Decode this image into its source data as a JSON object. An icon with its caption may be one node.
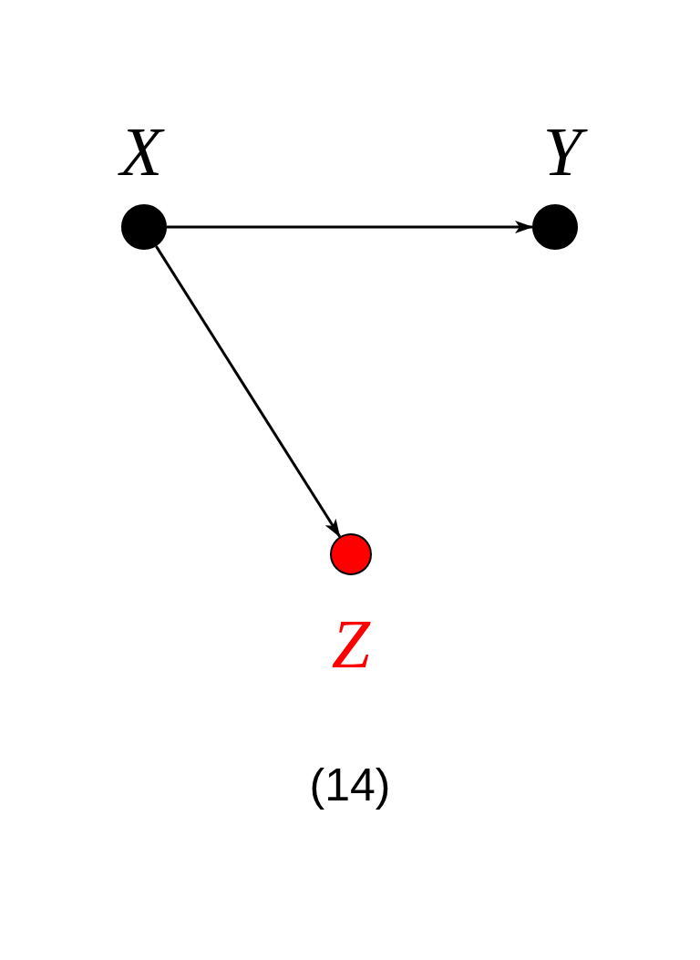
{
  "diagram": {
    "caption": "(14)",
    "nodes": [
      {
        "text": [],
        "shape": "circle",
        "beside": [
          "X"
        ]
      },
      {
        "text": [],
        "shape": "circle",
        "beside": [
          "Y"
        ]
      },
      {
        "text": [],
        "shape": "circle",
        "beside": [
          "Z"
        ]
      }
    ],
    "edges": [
      {
        "from": 0,
        "to": 1,
        "arrow": "to"
      },
      {
        "from": 0,
        "to": 2,
        "arrow": "to"
      }
    ]
  }
}
